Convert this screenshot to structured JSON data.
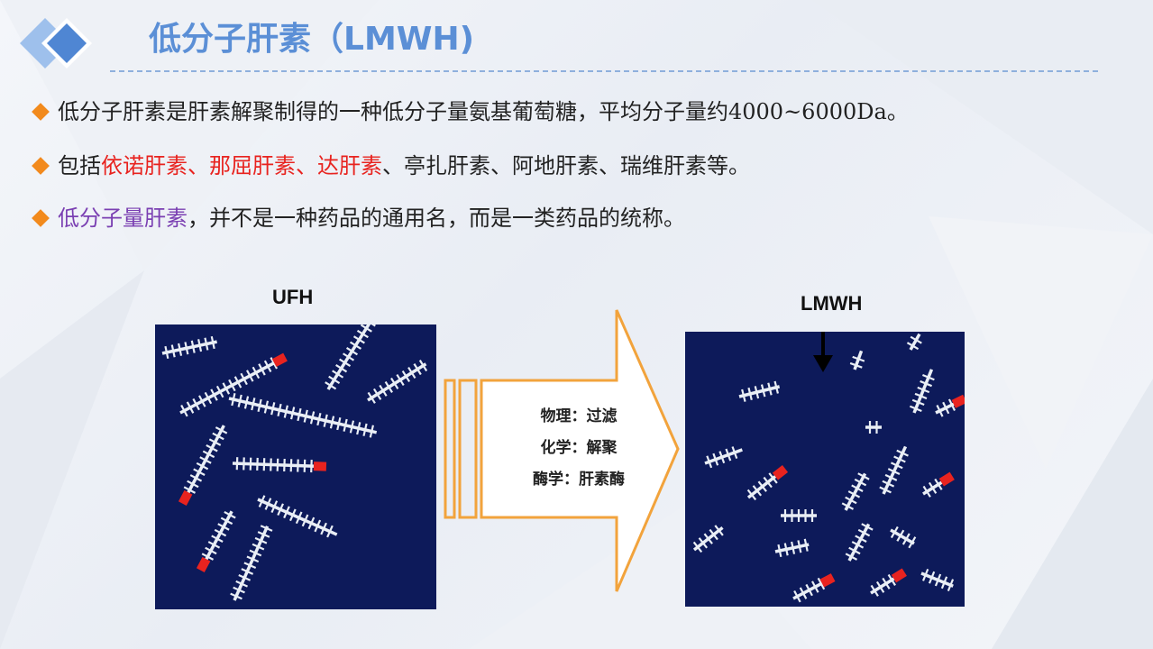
{
  "slide": {
    "title": "低分子肝素（LMWH)",
    "logo_icon": "double-diamond-icon"
  },
  "bullets": [
    {
      "segments": [
        {
          "text": "低分子肝素是肝素解聚制得的一种低分子量氨基葡萄糖，平均分子量约4000~6000Da。",
          "color": "#222222"
        }
      ]
    },
    {
      "segments": [
        {
          "text": "包括",
          "color": "#222222"
        },
        {
          "text": "依诺肝素、那屈肝素、达肝素",
          "color": "#e8231f"
        },
        {
          "text": "、亭扎肝素、阿地肝素、瑞维肝素等。",
          "color": "#222222"
        }
      ]
    },
    {
      "segments": [
        {
          "text": "低分子量肝素",
          "color": "#7a3fb2"
        },
        {
          "text": "，并不是一种药品的通用名，而是一类药品的统称。",
          "color": "#222222"
        }
      ]
    }
  ],
  "figure": {
    "left_label": "UFH",
    "right_label": "LMWH",
    "arrow_lines": [
      "物理：过滤",
      "化学：解聚",
      "酶学：肝素酶"
    ],
    "colors": {
      "panel": "#0d1a5a",
      "chain": "#e9eef5",
      "marker": "#e8231f",
      "arrow": "#f2a33c",
      "accent": "#5b8fd6"
    }
  }
}
